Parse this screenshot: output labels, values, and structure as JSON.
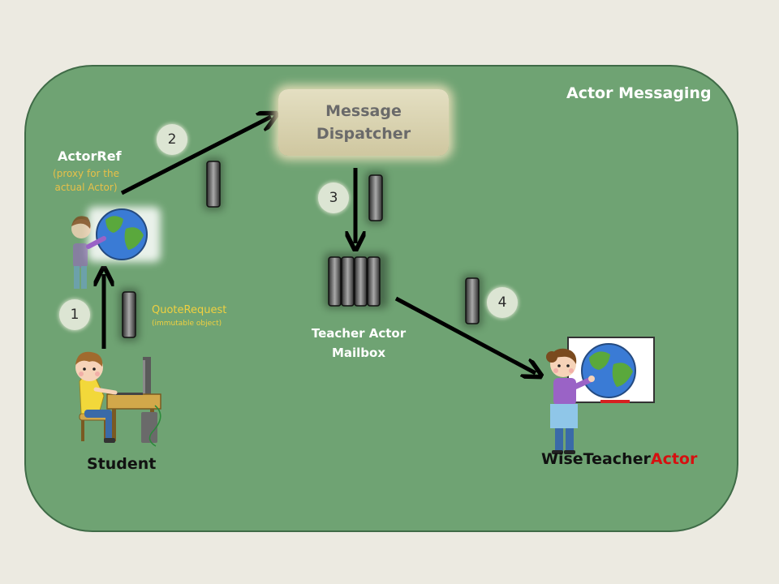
{
  "title": "Actor Messaging",
  "dispatcher": {
    "line1": "Message",
    "line2": "Dispatcher"
  },
  "actor_ref": {
    "label": "ActorRef",
    "note_line1": "(proxy for the",
    "note_line2": "actual Actor)"
  },
  "quote_request": {
    "label": "QuoteRequest",
    "note": "(immutable object)"
  },
  "mailbox": {
    "line1": "Teacher Actor",
    "line2": "Mailbox"
  },
  "student": {
    "label": "Student"
  },
  "teacher": {
    "label_main": "WiseTeacher",
    "label_suffix": "Actor"
  },
  "steps": [
    "1",
    "2",
    "3",
    "4"
  ],
  "icons": [
    "student-at-computer-icon",
    "teacher-with-globe-icon",
    "proxy-teacher-globe-icon",
    "message-token-icon",
    "mailbox-queue-icon"
  ],
  "colors": {
    "background": "#eceae1",
    "panel": "#6fa373",
    "accent_red": "#d61010",
    "note_yellow": "#f0d040",
    "dispatcher": "#ddd7b8"
  }
}
